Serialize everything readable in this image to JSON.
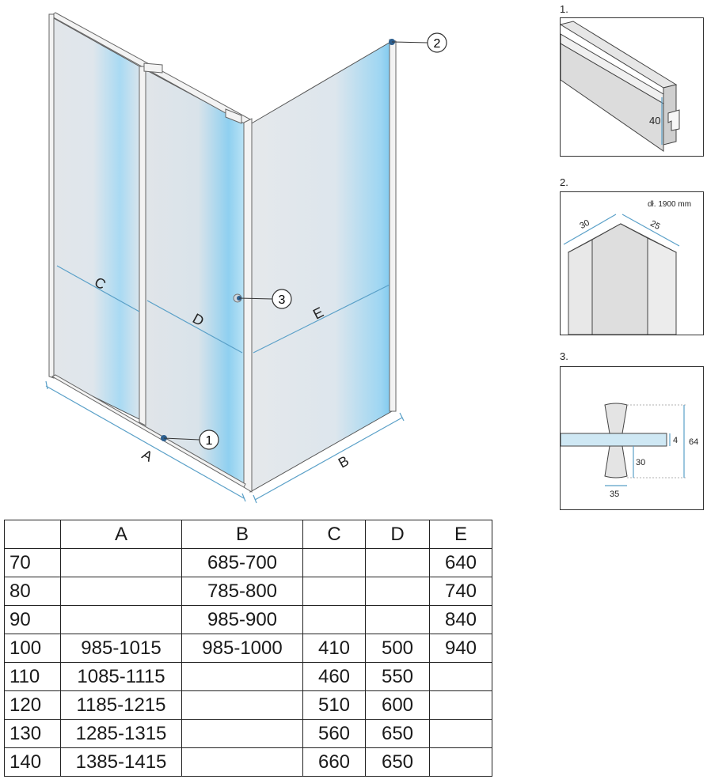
{
  "main": {
    "labels": {
      "C": "C",
      "D": "D",
      "E": "E",
      "A": "A",
      "B": "B"
    },
    "callouts": [
      "1",
      "2",
      "3"
    ]
  },
  "details": [
    {
      "number": "1.",
      "dimension": "40"
    },
    {
      "number": "2.",
      "note": "dł. 1900 mm",
      "dim_a": "30",
      "dim_b": "25"
    },
    {
      "number": "3.",
      "dim_thickness": "4",
      "dim_total": "64",
      "dim_lower": "30",
      "dim_width": "35"
    }
  ],
  "table": {
    "headers": [
      "",
      "A",
      "B",
      "C",
      "D",
      "E"
    ],
    "rows": [
      [
        "70",
        "",
        "685-700",
        "",
        "",
        "640"
      ],
      [
        "80",
        "",
        "785-800",
        "",
        "",
        "740"
      ],
      [
        "90",
        "",
        "985-900",
        "",
        "",
        "840"
      ],
      [
        "100",
        "985-1015",
        "985-1000",
        "410",
        "500",
        "940"
      ],
      [
        "110",
        "1085-1115",
        "",
        "460",
        "550",
        ""
      ],
      [
        "120",
        "1185-1215",
        "",
        "510",
        "600",
        ""
      ],
      [
        "130",
        "1285-1315",
        "",
        "560",
        "650",
        ""
      ],
      [
        "140",
        "1385-1415",
        "",
        "660",
        "650",
        ""
      ]
    ]
  },
  "colors": {
    "glass": "#dfe5ea",
    "glass_highlight": "#8fd0f0",
    "dimension_line": "#5aa0c8",
    "callout_dot": "#2d5f8f"
  }
}
